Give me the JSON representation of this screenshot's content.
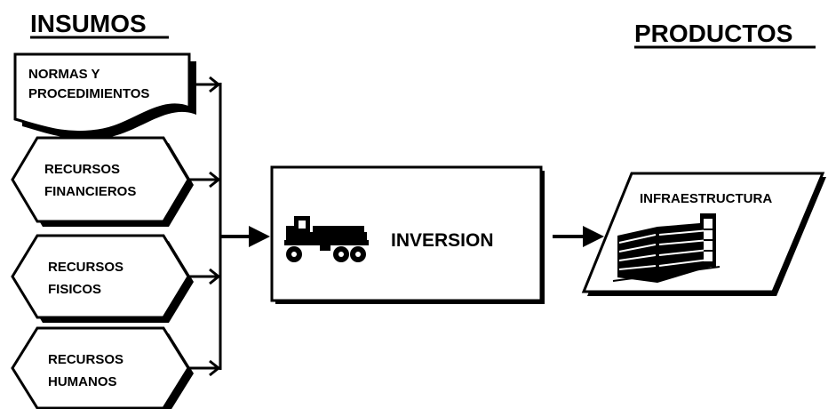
{
  "headings": {
    "inputs": "INSUMOS",
    "outputs": "PRODUCTOS"
  },
  "inputs": {
    "norms": {
      "line1": "NORMAS Y",
      "line2": "PROCEDIMIENTOS"
    },
    "financial": {
      "line1": "RECURSOS",
      "line2": "FINANCIEROS"
    },
    "physical": {
      "line1": "RECURSOS",
      "line2": "FISICOS"
    },
    "human": {
      "line1": "RECURSOS",
      "line2": "HUMANOS"
    }
  },
  "process": {
    "label": "INVERSION",
    "icon": "truck-icon"
  },
  "output": {
    "label": "INFRAESTRUCTURA",
    "icon": "building-icon"
  }
}
